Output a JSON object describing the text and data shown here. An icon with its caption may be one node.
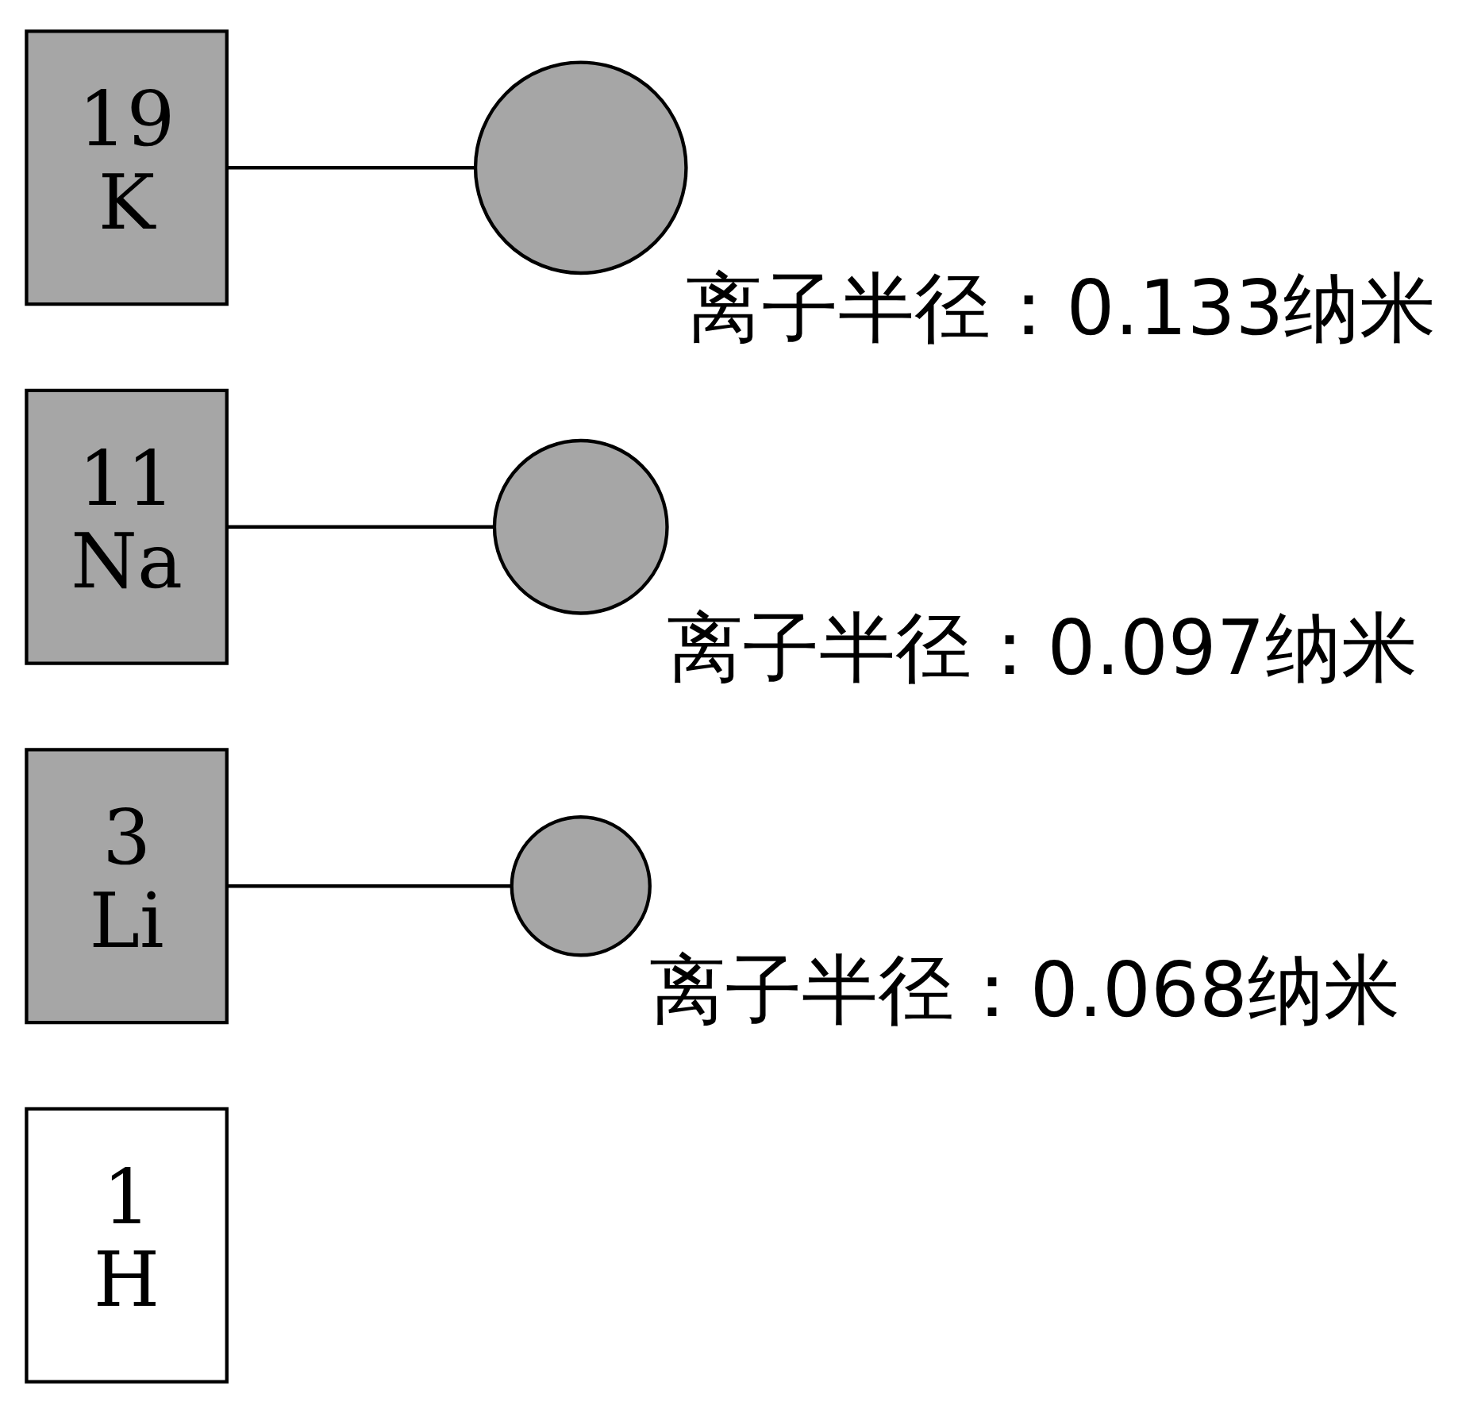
{
  "diagram": {
    "nodes": [
      {
        "text": [
          "1",
          "H"
        ]
      },
      {
        "text": [
          "3",
          "Li"
        ]
      },
      {
        "text": [],
        "shape": "circle",
        "beside": [
          "离子半径：0.068纳米"
        ]
      },
      {
        "text": [
          "11",
          "Na"
        ]
      },
      {
        "text": [],
        "shape": "circle",
        "beside": [
          "离子半径：0.097纳米"
        ]
      },
      {
        "text": [
          "19",
          "K"
        ]
      },
      {
        "text": [],
        "shape": "circle",
        "beside": [
          "离子半径：0.133纳米"
        ]
      }
    ],
    "edges": [
      {
        "from": 1,
        "to": 2,
        "arrow": "none"
      },
      {
        "from": 3,
        "to": 4,
        "arrow": "none"
      },
      {
        "from": 5,
        "to": 6,
        "arrow": "none"
      }
    ]
  }
}
